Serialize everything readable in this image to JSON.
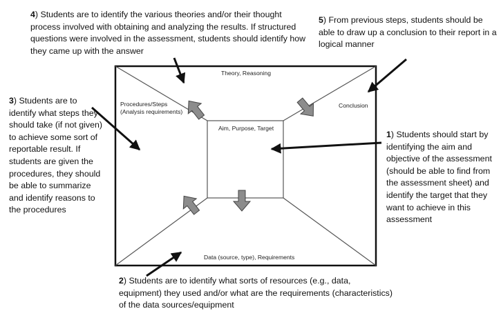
{
  "notes": {
    "step4": {
      "num": "4",
      "text": ") Students are to identify the various theories and/or their thought process involved with obtaining and analyzing the results. If structured questions were involved in the assessment, students should identify how they came up with the answer"
    },
    "step5": {
      "num": "5",
      "text": ") From previous steps, students should be able to draw up a conclusion to their report in a logical manner"
    },
    "step3": {
      "num": "3",
      "text": ") Students are to identify what steps they should take (if not given) to achieve some sort of reportable result. If students are given the procedures, they should be able to summarize and identify reasons to the procedures"
    },
    "step1": {
      "num": "1",
      "text": ") Students should start by identifying the aim and objective of the assessment (should be able to find from the assessment sheet) and identify the target that they want to achieve in this assessment"
    },
    "step2": {
      "num": "2",
      "text": ") Students are to identify what sorts of resources (e.g., data, equipment) they used and/or what are the requirements (characteristics) of the data sources/equipment"
    }
  },
  "room": {
    "theory": "Theory, Reasoning",
    "conclusion": "Conclusion",
    "procedures": "Procedures/Steps\n(Analysis requirements)",
    "aim": "Aim, Purpose, Target",
    "data": "Data (source, type), Requirements"
  },
  "colors": {
    "line": "#111111",
    "block_arrow_fill": "#8c8c8c",
    "block_arrow_stroke": "#444444"
  }
}
